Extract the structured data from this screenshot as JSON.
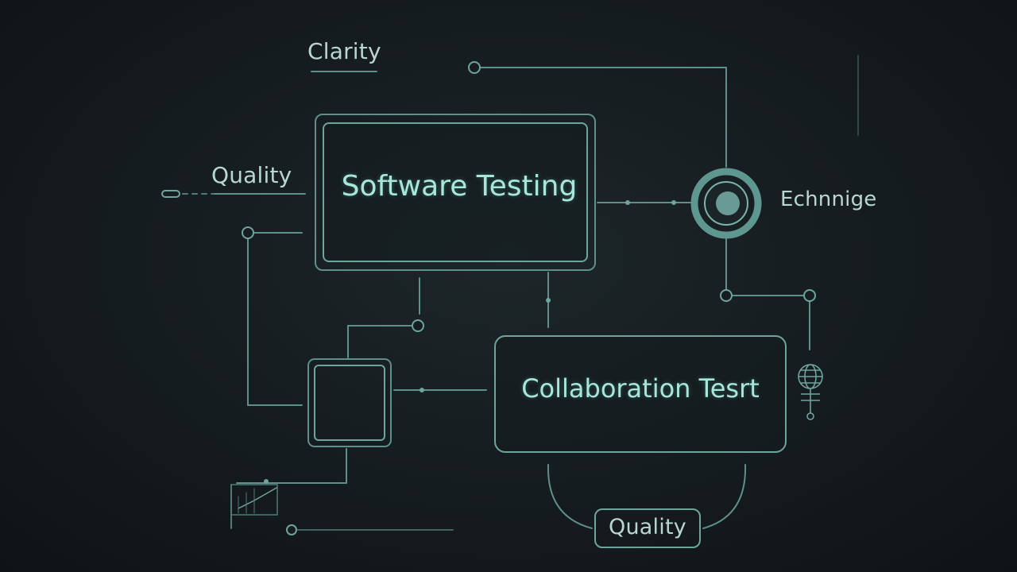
{
  "labels": {
    "clarity": "Clarity",
    "quality_left": "Quality",
    "technique": "Echnnige",
    "quality_bottom": "Quality"
  },
  "boxes": {
    "software_testing": "Software Testing",
    "collaboration": "Collaboration Tesrt"
  },
  "colors": {
    "background": "#161d20",
    "line": "#5f8f8a",
    "text": "#b9d6d1",
    "box_text": "#a8e6dc"
  }
}
